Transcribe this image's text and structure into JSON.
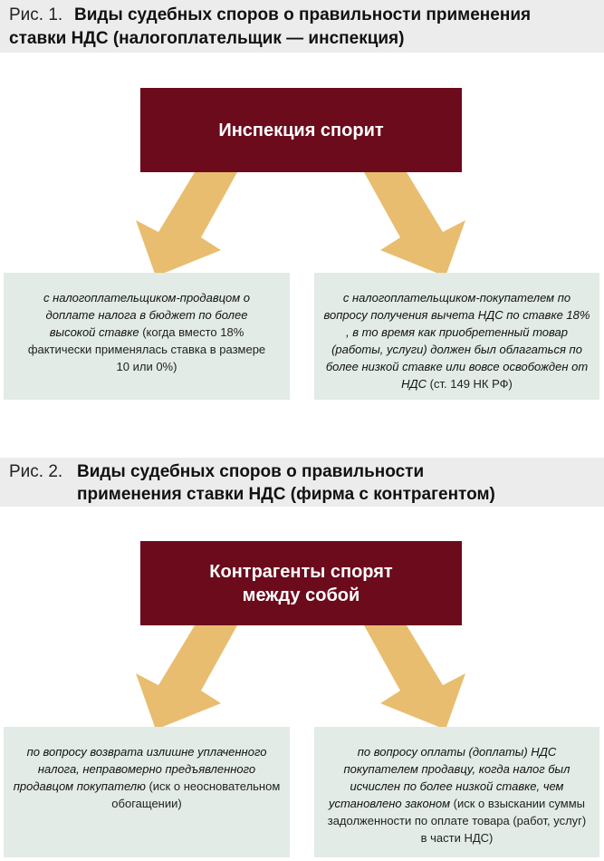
{
  "fig1": {
    "number": "Рис. 1.",
    "title_line1": "Виды судебных споров о правильности применения",
    "title_line2": "ставки НДС (налогоплательщик — инспекция)",
    "hub": "Инспекция спорит",
    "left": {
      "italic": "с налогоплательщиком-продавцом о доплате налога в бюджет по более высокой ставке",
      "plain": " (когда вместо 18% фактически применялась ставка в размере 10 или 0%)"
    },
    "right": {
      "italic": "с налогоплательщиком-покупателем по вопросу получения вычета НДС по ставке 18% , в то время как приобретенный товар (работы, услуги) должен был облагаться по более низкой ставке или вовсе освобожден от НДС",
      "plain": " (ст. 149 НК РФ)"
    }
  },
  "fig2": {
    "number": "Рис. 2.",
    "title_line1": "Виды судебных споров о правильности",
    "title_line2": "применения ставки НДС (фирма с контрагентом)",
    "hub": "Контрагенты спорят между собой",
    "left": {
      "italic": "по вопросу возврата излишне уплаченного налога, неправомерно предъявленного продавцом покупателю",
      "plain": " (иск о неосновательном обогащении)"
    },
    "right": {
      "italic": "по вопросу оплаты (доплаты) НДС покупателем продавцу, когда налог был исчислен по более низкой ставке, чем установлено законом",
      "plain": " (иск о взыскании суммы задолженности по оплате товара (работ, услуг) в части НДС)"
    }
  },
  "colors": {
    "hub": "#6b0b1c",
    "arrow": "#e8bd6f",
    "leaf": "#e2ebe5",
    "band": "#ececec"
  }
}
